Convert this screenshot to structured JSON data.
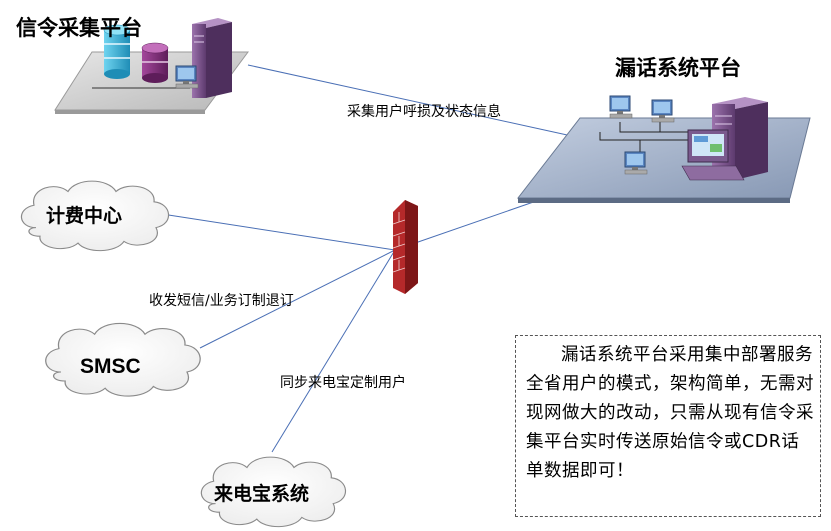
{
  "nodes": {
    "collect_platform": "信令采集平台",
    "leak_platform": "漏话系统平台",
    "billing_center": "计费中心",
    "smsc": "SMSC",
    "laidianbao": "来电宝系统"
  },
  "edges": {
    "collect_to_leak": "采集用户呼损及状态信息",
    "sms_business": "收发短信/业务订制退订",
    "sync_users": "同步来电宝定制用户"
  },
  "note": "漏话系统平台采用集中部署服务全省用户的模式，架构简单，无需对现网做大的改动，只需从现有信令采集平台实时传送原始信令或CDR话单数据即可！",
  "colors": {
    "link_line": "#4a6fb5",
    "platform_gray": "#c8c8c8",
    "leak_platform_blue": "#9fb0c8",
    "server_purple": "#7b4f8e",
    "firewall_red": "#b5292a",
    "cloud_outline": "#8a8a8a"
  }
}
